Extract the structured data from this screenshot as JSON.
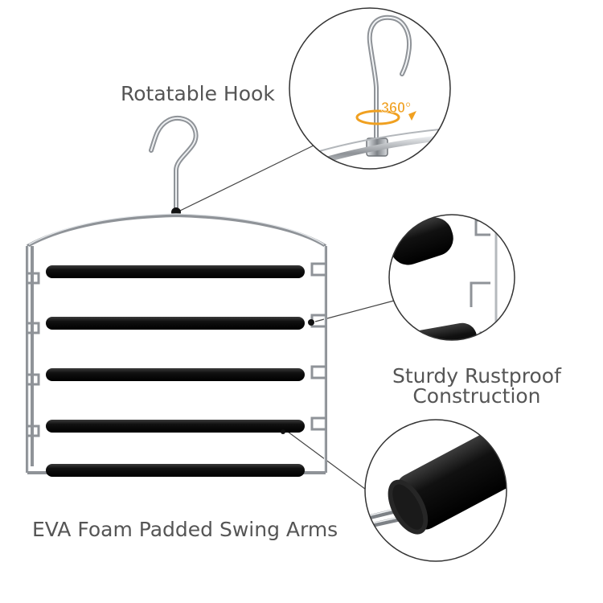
{
  "callouts": {
    "hook": "Rotatable Hook",
    "hook_rotation": "360°",
    "sturdy_line1": "Sturdy Rustproof",
    "sturdy_line2": "Construction",
    "foam": "EVA Foam Padded Swing Arms"
  },
  "colors": {
    "foam": "#1a1a1a",
    "chrome": "#9a9ea3",
    "accent": "#f0a020",
    "text": "#555555",
    "leader": "#444444"
  },
  "illustration": {
    "product": "five-tier swing-arm pants hanger",
    "arm_count": 5,
    "icons": [
      "hook-icon",
      "foam-bar-icon",
      "chrome-frame-icon",
      "rotation-arrow-icon"
    ]
  }
}
